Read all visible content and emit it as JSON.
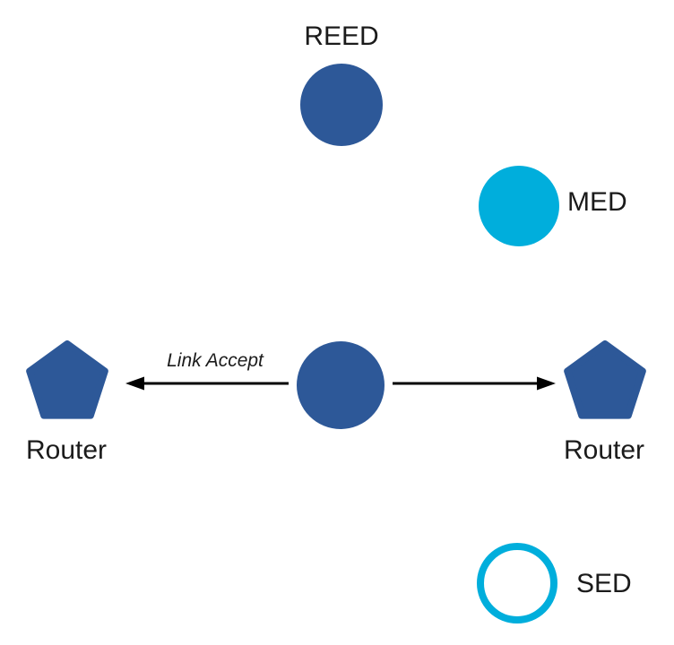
{
  "diagram": {
    "colors": {
      "primary_blue": "#2D5898",
      "cyan": "#00AEDC",
      "arrow_black": "#000000"
    },
    "nodes": {
      "reed": {
        "label": "REED",
        "shape": "filled-circle"
      },
      "med": {
        "label": "MED",
        "shape": "filled-circle"
      },
      "center": {
        "shape": "filled-circle"
      },
      "router_left": {
        "label": "Router",
        "shape": "pentagon"
      },
      "router_right": {
        "label": "Router",
        "shape": "pentagon"
      },
      "sed": {
        "label": "SED",
        "shape": "outlined-circle"
      }
    },
    "edges": {
      "left_arrow": {
        "label": "Link Accept",
        "direction": "center-to-left-router"
      },
      "right_arrow": {
        "label": "",
        "direction": "center-to-right-router"
      }
    }
  }
}
